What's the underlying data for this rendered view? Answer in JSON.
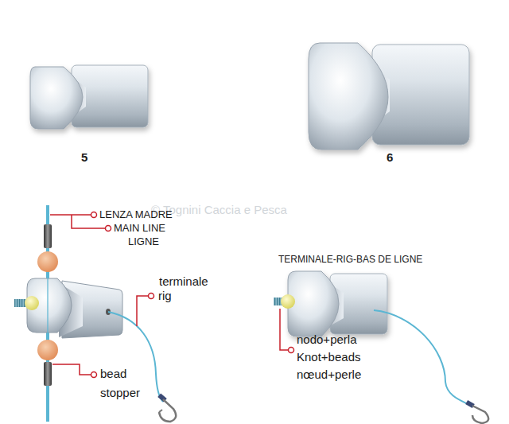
{
  "diagram": {
    "labels": [
      "5",
      "6",
      "© Tognini Caccia e Pesca",
      "LENZA MADRE",
      "MAIN LINE",
      "LIGNE",
      "terminale",
      "rig",
      "bead",
      "stopper",
      "TERMINALE-RIG-BAS DE LIGNE",
      "nodo+perla",
      "Knot+beads",
      "nœud+perle"
    ]
  }
}
